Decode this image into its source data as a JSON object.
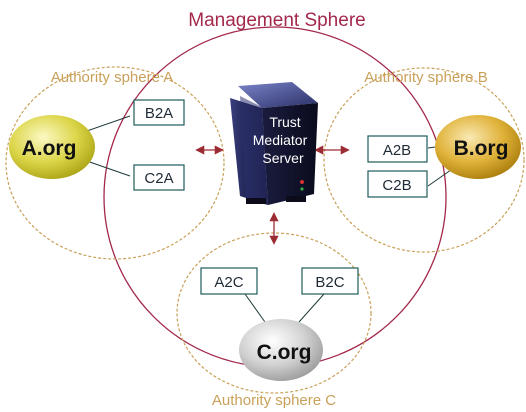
{
  "title": "Management Sphere",
  "spheres": {
    "a": "Authority sphere A",
    "b": "Authority sphere B",
    "c": "Authority sphere C"
  },
  "orgs": {
    "a": "A.org",
    "b": "B.org",
    "c": "C.org"
  },
  "server": {
    "line1": "Trust",
    "line2": "Mediator",
    "line3": "Server"
  },
  "boxes": {
    "b2a": "B2A",
    "c2a": "C2A",
    "a2b": "A2B",
    "c2b": "C2B",
    "a2c": "A2C",
    "b2c": "B2C"
  },
  "colors": {
    "management_sphere": "#a3294b",
    "authority_sphere": "#c9a15a",
    "box_border": "#1f5b5b",
    "arrow": "#9c2c33",
    "org_a": "#c7c21c",
    "org_b": "#c89a17",
    "org_c": "#b4b4b4",
    "server_body": "#1c1c3c"
  }
}
